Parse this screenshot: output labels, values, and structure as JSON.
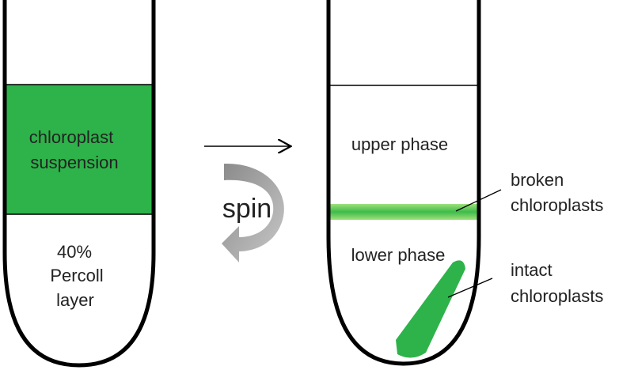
{
  "before_tube": {
    "suspension_label": [
      "chloroplast",
      "suspension"
    ],
    "percoll_label": [
      "40%",
      "Percoll",
      "layer"
    ]
  },
  "action": {
    "spin_label": "spin"
  },
  "after_tube": {
    "upper_phase_label": "upper phase",
    "lower_phase_label": "lower phase",
    "broken_label": [
      "broken",
      "chloroplasts"
    ],
    "intact_label": [
      "intact",
      "chloroplasts"
    ]
  },
  "colors": {
    "chloroplast_green": "#2db34a",
    "band_light_green": "#7fd36a",
    "arrow_gray": "#a0a0a0",
    "outline": "#000000"
  }
}
